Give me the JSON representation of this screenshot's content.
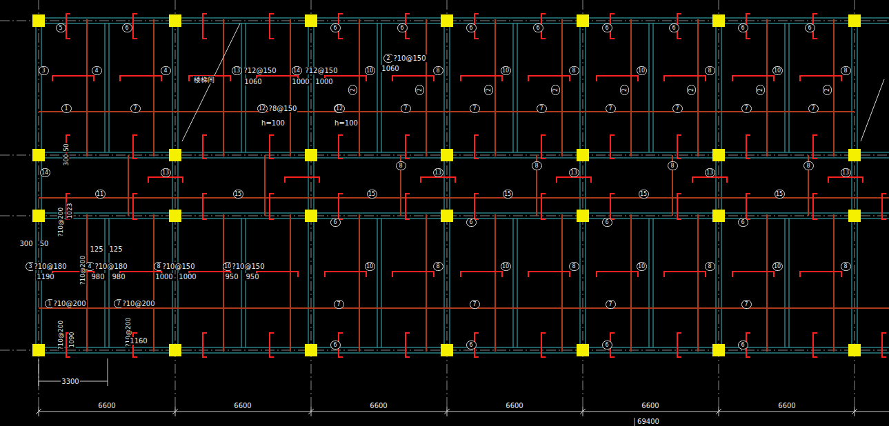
{
  "diagram": {
    "labels": [
      "6",
      "6",
      "10",
      "8",
      "2",
      "2",
      "7",
      "7",
      "8",
      "13",
      "15",
      "6",
      "10",
      "8",
      "7",
      "6",
      "6",
      "6",
      "10",
      "8",
      "2",
      "2",
      "7",
      "7",
      "8",
      "13",
      "15",
      "6",
      "10",
      "8",
      "7",
      "6",
      "6",
      "6",
      "10",
      "8",
      "2",
      "2",
      "7",
      "7",
      "8",
      "13",
      "15",
      "6",
      "10",
      "8",
      "7",
      "6",
      "6",
      "6",
      "10",
      "8",
      "2",
      "2",
      "7",
      "7",
      "8",
      "13",
      "15",
      "6",
      "10",
      "8",
      "7",
      "6",
      "6600",
      "6600",
      "6600",
      "6600",
      "6600",
      "6600",
      "3300",
      "69400",
      "楼梯间",
      "1",
      "7",
      "3",
      "4",
      "4",
      "5",
      "6",
      "14",
      "13",
      "11",
      "15",
      "13",
      "?12@150",
      "1060",
      "14",
      "?12@150",
      "1000",
      "1000",
      "2",
      "?10@150",
      "1060",
      "12",
      "?8@150",
      "h=100",
      "12",
      "h=100",
      "300",
      "50",
      "125",
      "125",
      "3",
      "?10@180",
      "1190",
      "4",
      "?10@180",
      "980",
      "980",
      "8",
      "?10@150",
      "1000",
      "1000",
      "10",
      "?10@150",
      "950",
      "950",
      "1",
      "?10@200",
      "7",
      "?10@200",
      "?10@200",
      "?10@200",
      "?10@200",
      "1090",
      "1160",
      "?10@200",
      "1023",
      "300",
      "50"
    ]
  }
}
